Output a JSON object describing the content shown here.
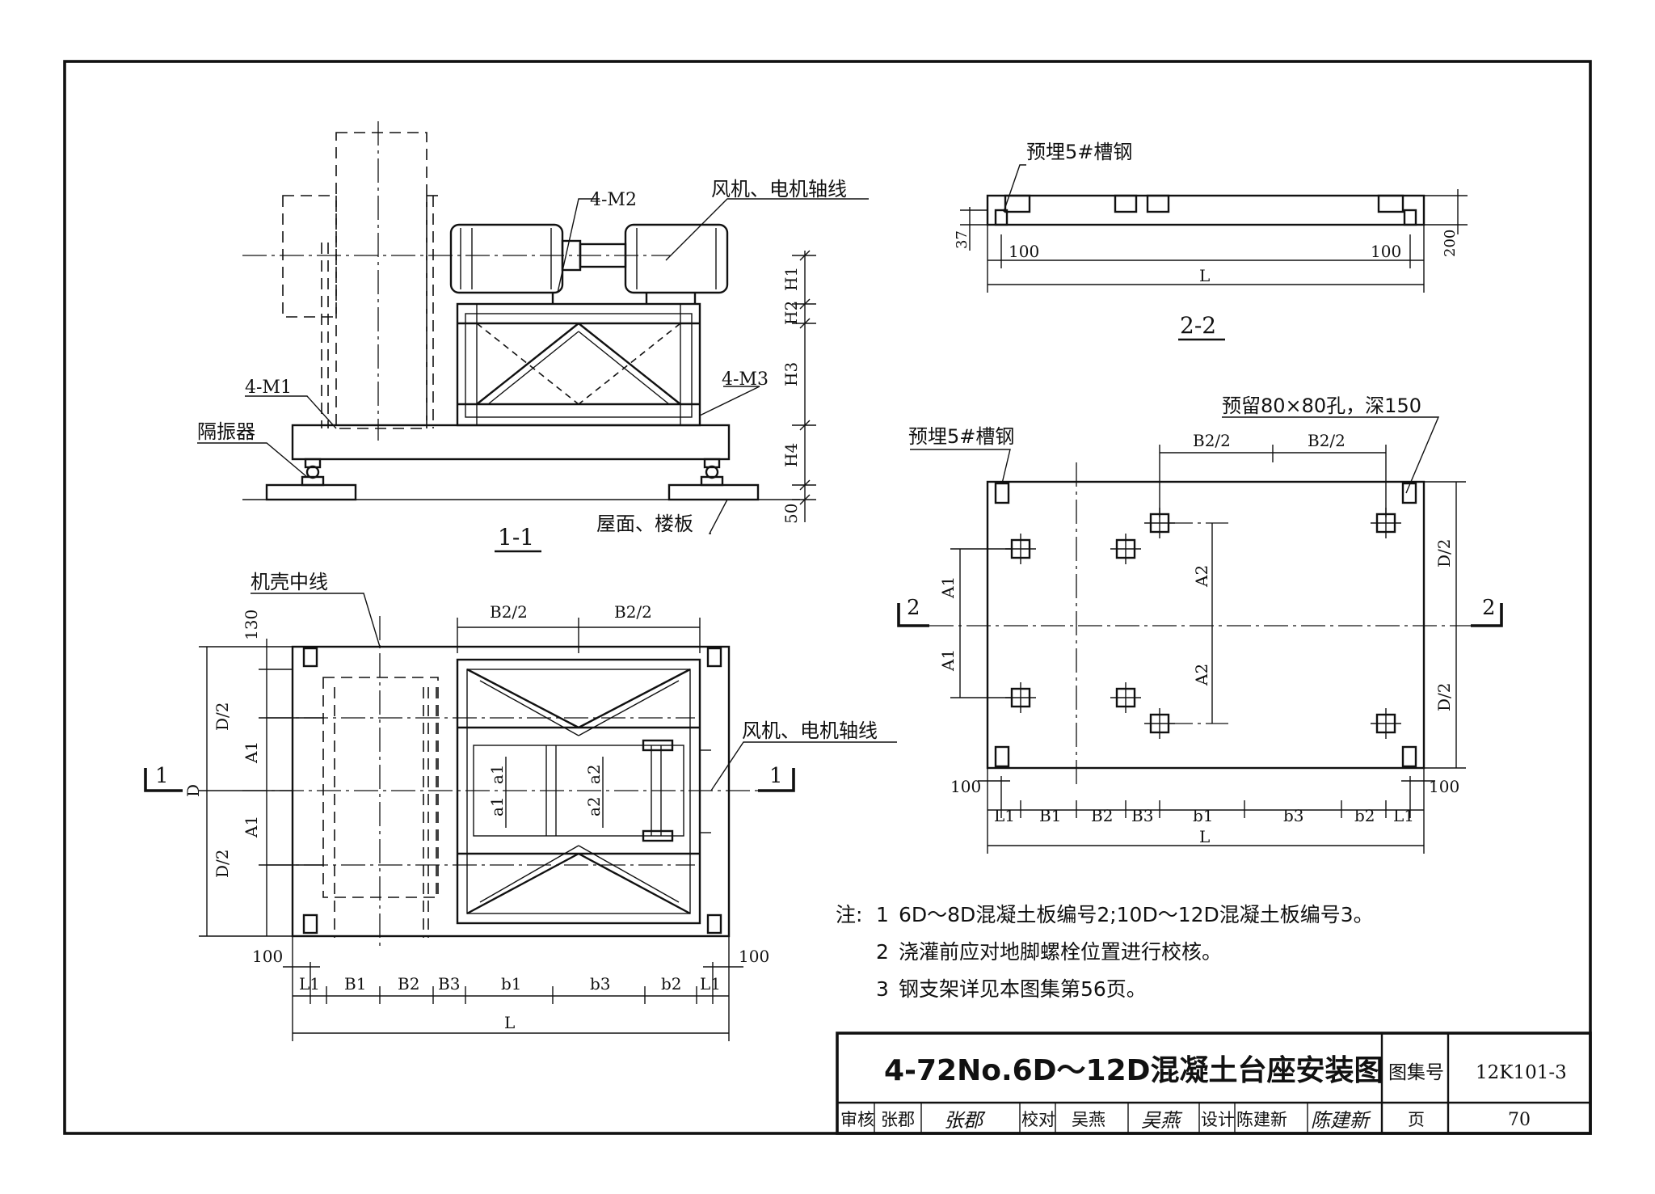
{
  "views": {
    "elevation": {
      "section_label": "1-1",
      "labels": {
        "m2": "4-M2",
        "fan_motor_axis": "风机、电机轴线",
        "m1": "4-M1",
        "m3": "4-M3",
        "isolator": "隔振器",
        "roof_floor": "屋面、楼板"
      },
      "dims": {
        "h1": "H1",
        "h2": "H2",
        "h3": "H3",
        "h4": "H4",
        "d50": "50"
      }
    },
    "plan_left": {
      "labels": {
        "casing_centerline": "机壳中线",
        "fan_motor_axis": "风机、电机轴线"
      },
      "section_mark": "1",
      "dims": {
        "b2_half": "B2/2",
        "d130": "130",
        "d_half": "D/2",
        "a1": "A1",
        "d": "D",
        "a1_small": "a1",
        "a2_small": "a2",
        "d100": "100",
        "l1": "L1",
        "b1": "B1",
        "b2": "B2",
        "b3": "B3",
        "lb1": "b1",
        "lb3": "b3",
        "lb2": "b2",
        "l": "L"
      }
    },
    "section_22": {
      "section_label": "2-2",
      "labels": {
        "embedded_channel": "预埋5#槽钢"
      },
      "dims": {
        "d37": "37",
        "d100": "100",
        "d200": "200",
        "l": "L"
      }
    },
    "plan_right": {
      "section_mark": "2",
      "labels": {
        "embedded_channel": "预埋5#槽钢",
        "reserved_hole": "预留80×80孔，深150"
      },
      "dims": {
        "b2_half": "B2/2",
        "a1": "A1",
        "a2": "A2",
        "d_half": "D/2",
        "d100": "100",
        "l1": "L1",
        "b1": "B1",
        "b2": "B2",
        "b3": "B3",
        "lb1": "b1",
        "lb3": "b3",
        "lb2": "b2",
        "l": "L"
      }
    }
  },
  "notes": {
    "prefix": "注:",
    "items": [
      {
        "num": "1",
        "text": "6D～8D混凝土板编号2;10D～12D混凝土板编号3。"
      },
      {
        "num": "2",
        "text": "浇灌前应对地脚螺栓位置进行校核。"
      },
      {
        "num": "3",
        "text": "钢支架详见本图集第56页。"
      }
    ]
  },
  "title_block": {
    "title": "4-72No.6D～12D混凝土台座安装图",
    "atlas_label": "图集号",
    "atlas_no": "12K101-3",
    "review_label": "审核",
    "reviewer": "张郡",
    "reviewer_sig": "张郡",
    "check_label": "校对",
    "checker": "吴燕",
    "checker_sig": "吴燕",
    "design_label": "设计",
    "designer": "陈建新",
    "designer_sig": "陈建新",
    "page_label": "页",
    "page_no": "70"
  }
}
